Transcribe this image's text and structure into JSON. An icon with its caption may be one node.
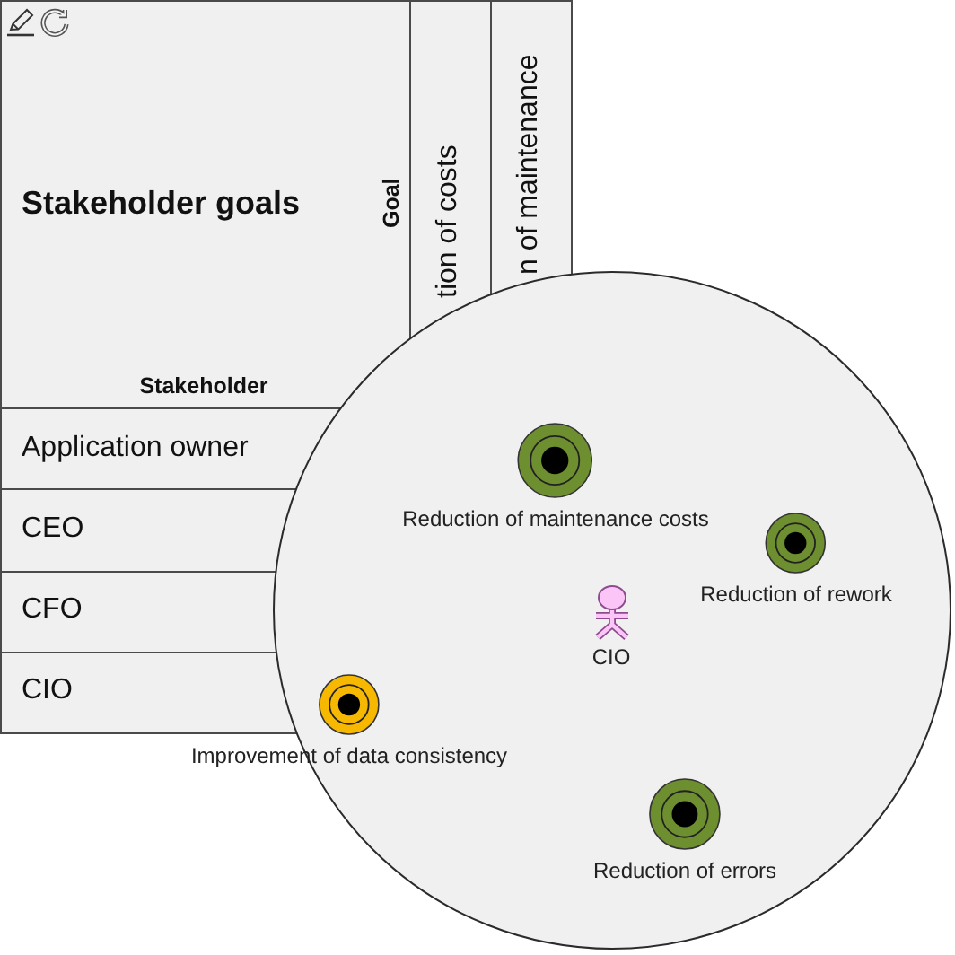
{
  "diagram": {
    "nodes": [
      {
        "text": [],
        "shape": "circle"
      },
      {
        "text": [
          "Reduction of maintenance costs"
        ],
        "in": 0
      },
      {
        "text": [
          "Reduction of rework"
        ],
        "in": 0
      },
      {
        "text": [
          "CIO"
        ],
        "in": 0
      },
      {
        "text": [
          "Improvement of data consistency"
        ],
        "in": 0
      },
      {
        "text": [
          "Reduction of errors"
        ],
        "in": 0
      }
    ],
    "labels": [
      "Stakeholder goals",
      "Goal",
      "tion of costs",
      "n of maintenance",
      "Stakeholder",
      "Application owner",
      "CEO",
      "CFO",
      "CIO"
    ]
  }
}
